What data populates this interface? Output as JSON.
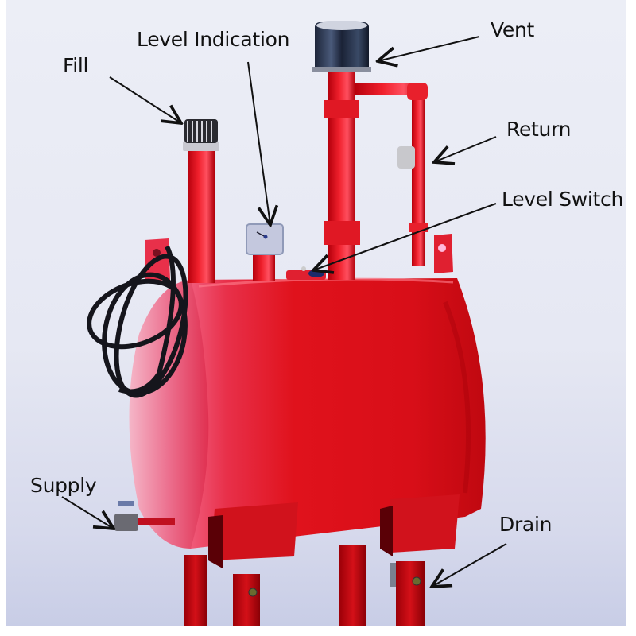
{
  "figure": {
    "subject": "Red horizontal oil tank on legs with labeled fittings",
    "colors": {
      "background": "#e8eaf4",
      "tank_red": "#e0121c",
      "label_text": "#111111",
      "arrow": "#111111"
    }
  },
  "labels": {
    "fill": "Fill",
    "level_indication": "Level Indication",
    "vent": "Vent",
    "return": "Return",
    "level_switch": "Level Switch",
    "supply": "Supply",
    "drain": "Drain"
  }
}
